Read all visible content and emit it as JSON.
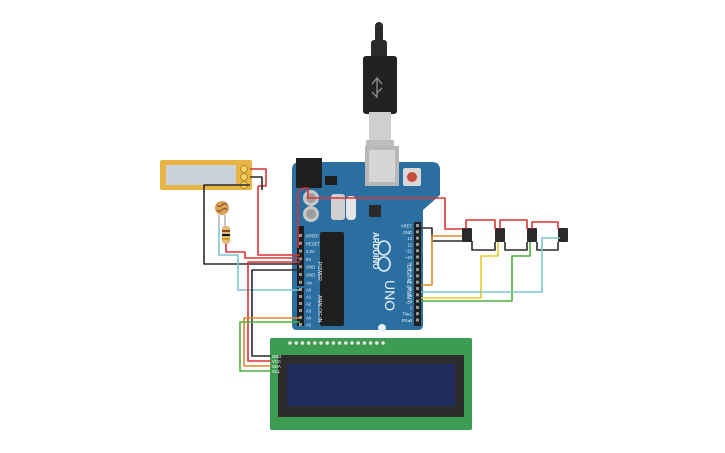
{
  "arduino": {
    "brand": "ARDUINO",
    "model": "UNO",
    "power_label": "POWER",
    "analog_label": "ANALOG IN",
    "digital_label": "DIGITAL (PWM~)",
    "power_pins": [
      "IOREF",
      "RESET",
      "3.3V",
      "5V",
      "GND",
      "GND",
      "Vin"
    ],
    "analog_pins": [
      "A0",
      "A1",
      "A2",
      "A3",
      "A4",
      "A5"
    ],
    "digital_pins": [
      "AREF",
      "GND",
      "13",
      "12",
      "~11",
      "~10",
      "~9",
      "8",
      "7",
      "~6",
      "~5",
      "4",
      "~3",
      "2",
      "TX▸1",
      "RX◂0"
    ]
  },
  "lcd": {
    "pins": [
      "GND",
      "VCC",
      "SDA",
      "SCL"
    ]
  },
  "colors": {
    "board": "#2b6fa0",
    "lcd_pcb": "#3e9b52",
    "lcd_screen": "#1f2b5c",
    "wire_red": "#d93333",
    "wire_black": "#2a2a2a",
    "wire_orange": "#e0892b",
    "wire_yellow": "#e9c826",
    "wire_green": "#4caf3c",
    "wire_cyan": "#7cc4cf",
    "sensor_body": "#e8b445"
  },
  "icons": [
    "usb-cable-icon",
    "light-sensor-icon",
    "resistor-icon",
    "photoresistor-icon",
    "pushbutton-icon",
    "reset-button-icon"
  ]
}
